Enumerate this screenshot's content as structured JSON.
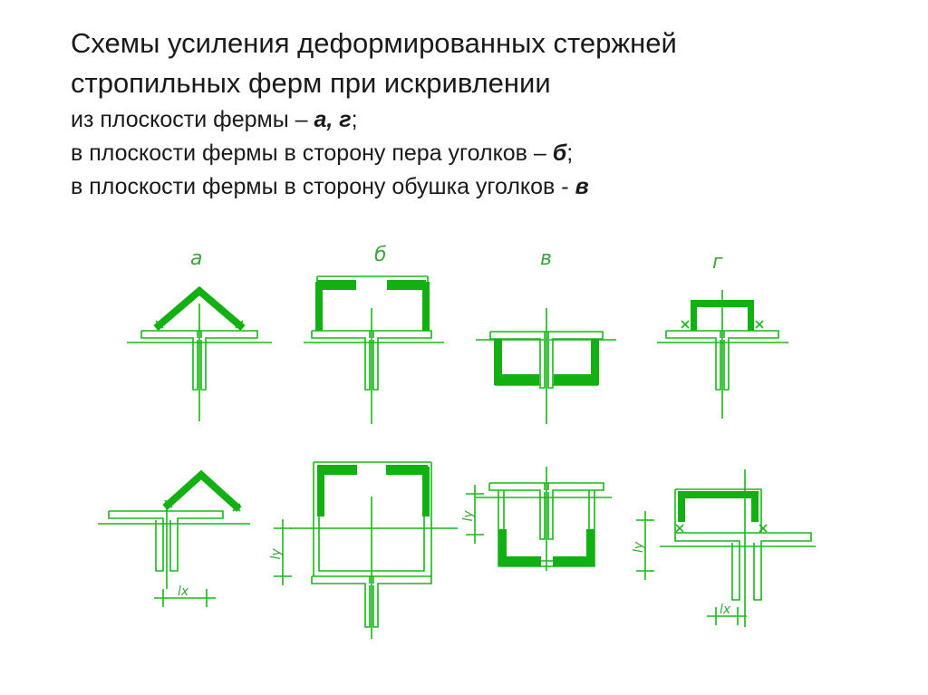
{
  "title": {
    "line1": "Схемы усиления деформированных стержней",
    "line2": "стропильных ферм при искривлении"
  },
  "subtitle_lines": [
    {
      "text": "из плоскости фермы – ",
      "marker": "а, г",
      "tail": ";"
    },
    {
      "text": "в плоскости фермы в сторону пера уголков – ",
      "marker": "б",
      "tail": ";"
    },
    {
      "text": "в плоскости фермы в сторону обушка уголков - ",
      "marker": "в",
      "tail": ""
    }
  ],
  "diagram": {
    "line_color": "#16b816",
    "fill_color": "#12b012",
    "scheme_labels": [
      "а",
      "б",
      "в",
      "г"
    ],
    "dimension_labels": {
      "lx": "lx",
      "ly": "ly"
    }
  }
}
